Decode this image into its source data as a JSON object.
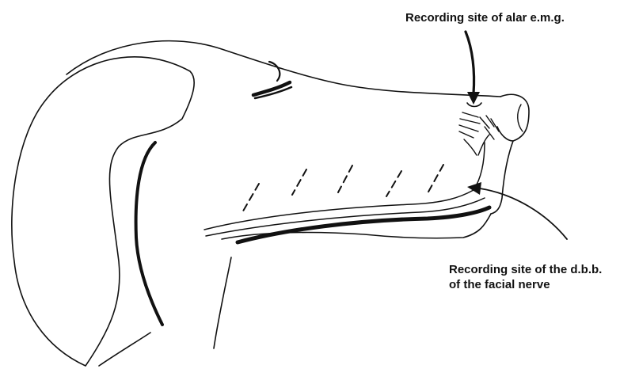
{
  "labels": {
    "alar_emg_site": "Recording site of alar e.m.g.",
    "dbb_site_line1": "Recording site of the d.b.b.",
    "dbb_site_line2": "of the facial nerve"
  },
  "colors": {
    "ink": "#111111",
    "background": "#ffffff"
  }
}
